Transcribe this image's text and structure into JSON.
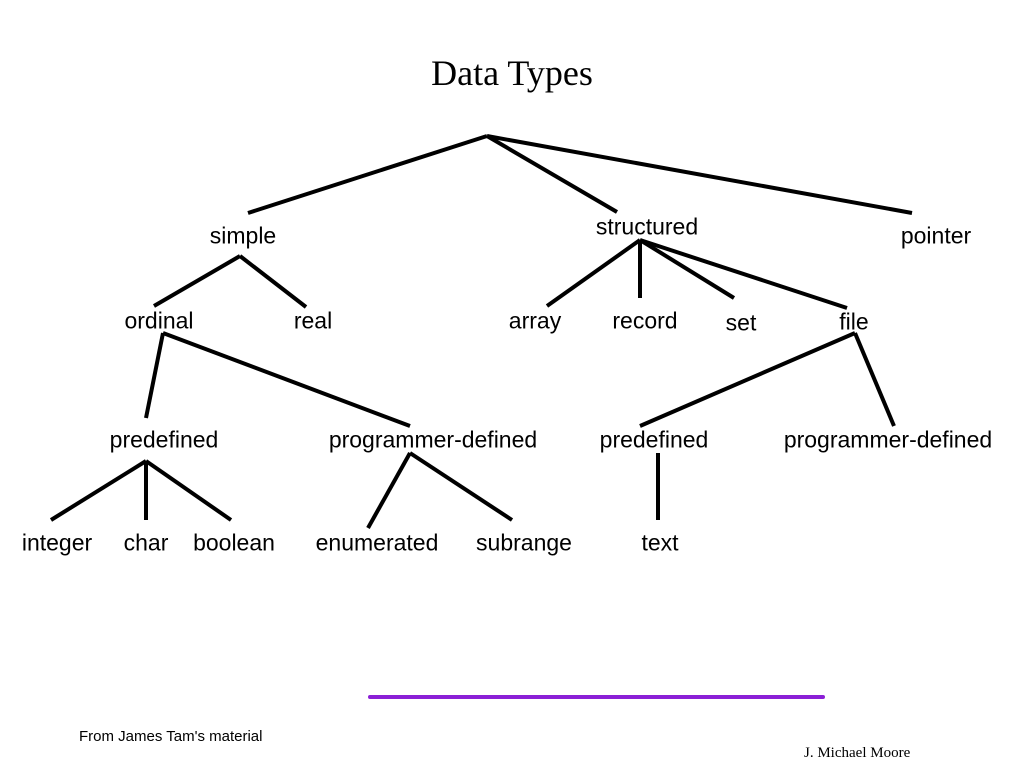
{
  "slide": {
    "title": "Data Types",
    "source_note": "From James Tam's material",
    "author": "J. Michael Moore",
    "accent_color": "#8b1fd6"
  },
  "tree": {
    "simple": "simple",
    "structured": "structured",
    "pointer": "pointer",
    "ordinal": "ordinal",
    "real": "real",
    "array": "array",
    "record": "record",
    "set": "set",
    "file": "file",
    "ordinal_predefined": "predefined",
    "ordinal_programmer_defined": "programmer-defined",
    "file_predefined": "predefined",
    "file_programmer_defined": "programmer-defined",
    "integer": "integer",
    "char": "char",
    "boolean": "boolean",
    "enumerated": "enumerated",
    "subrange": "subrange",
    "text": "text"
  }
}
